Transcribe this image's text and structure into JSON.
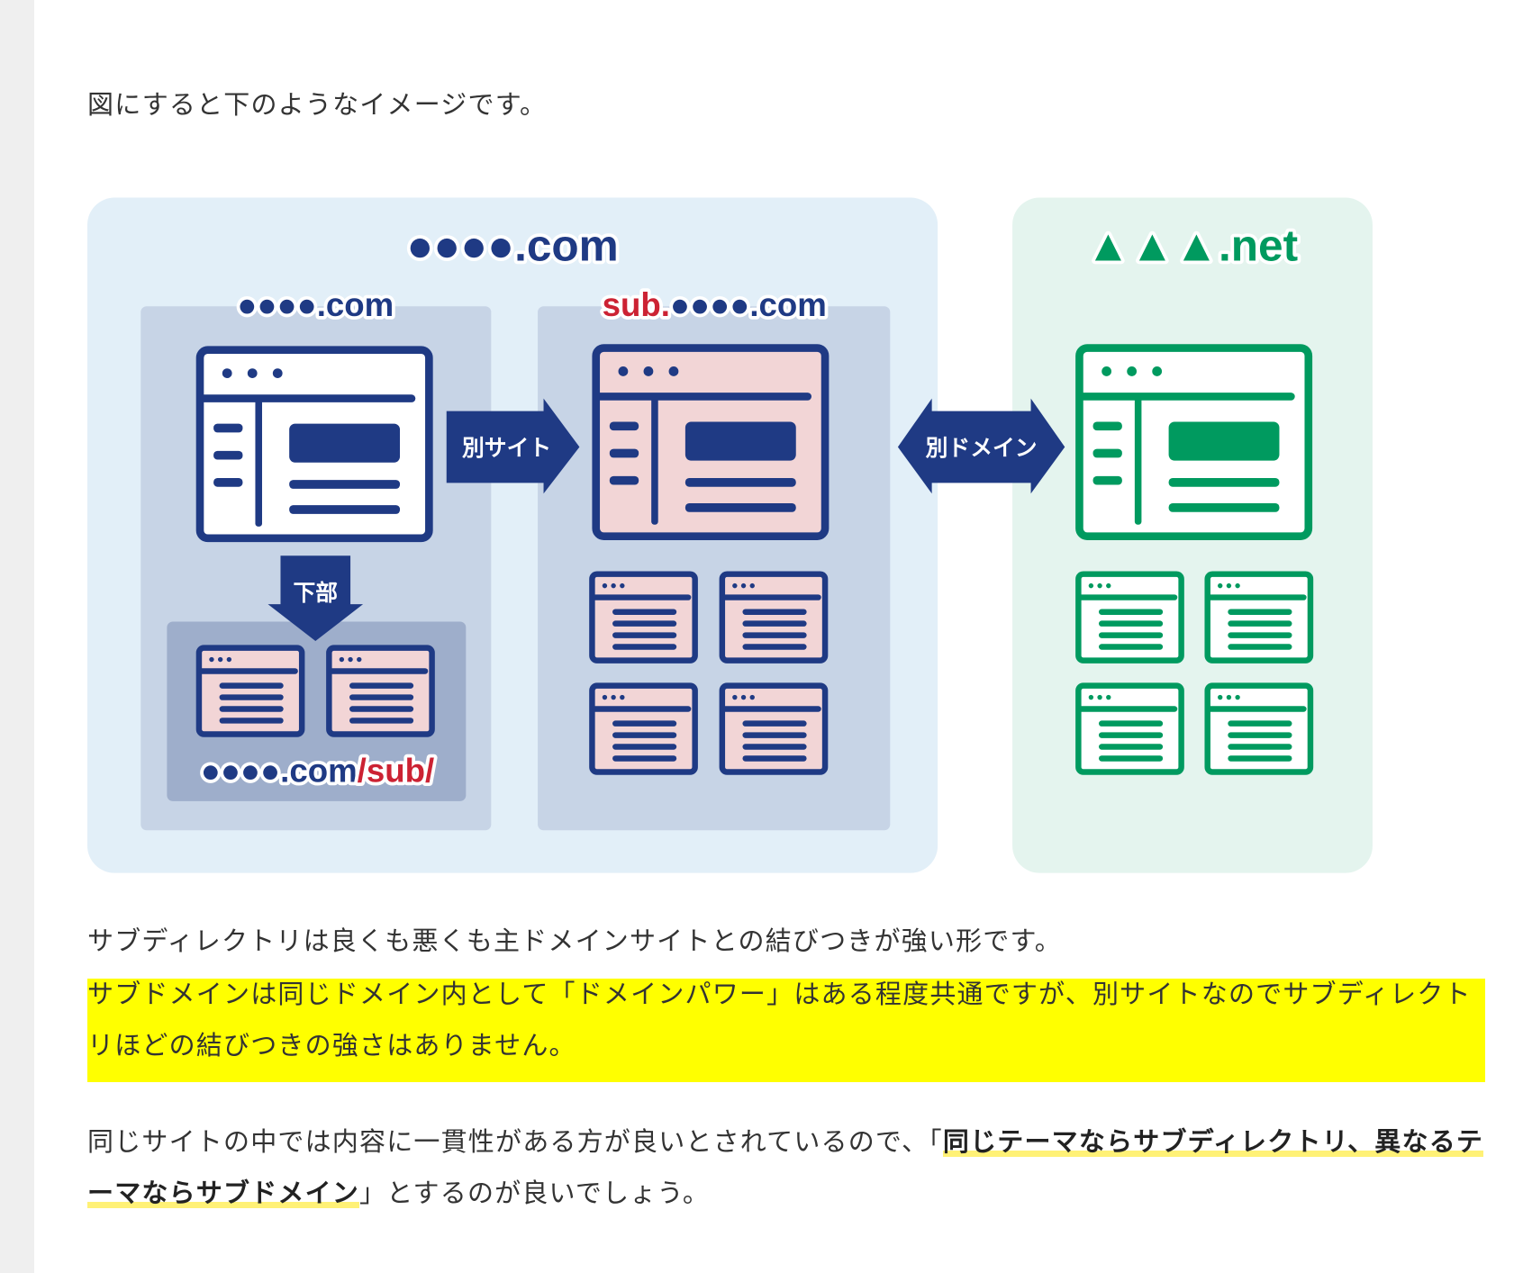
{
  "intro": "図にすると下のようなイメージです。",
  "diagram": {
    "main_domain": "●●●●.com",
    "subdir_site": "●●●●.com",
    "subdomain_prefix": "sub.",
    "subdomain_rest": "●●●●.com",
    "subdir_path_main": "●●●●.com",
    "subdir_path_sub": "/sub/",
    "other_domain": "▲▲▲.net",
    "arrow_separate_site": "別サイト",
    "arrow_separate_domain": "別ドメイン",
    "arrow_lower": "下部",
    "colors": {
      "navy": "#1f3a84",
      "pink": "#f2d5d6",
      "green": "#009a5f",
      "red": "#cc2233",
      "blue_bg": "#e2eff8",
      "green_bg": "#e4f4ee",
      "panel": "#c7d4e6",
      "inner": "#9eaecb"
    }
  },
  "paragraph1": "サブディレクトリは良くも悪くも主ドメインサイトとの結びつきが強い形です。",
  "paragraph2_highlight": "サブドメインは同じドメイン内として「ドメインパワー」はある程度共通ですが、別サイトなのでサブディレクトリほどの結びつきの強さはありません。",
  "paragraph3": {
    "before": "同じサイトの中では内容に一貫性がある方が良いとされているので、「",
    "bold": "同じテーマならサブディレクトリ、異なるテーマならサブドメイン",
    "after": "」とするのが良いでしょう。"
  }
}
